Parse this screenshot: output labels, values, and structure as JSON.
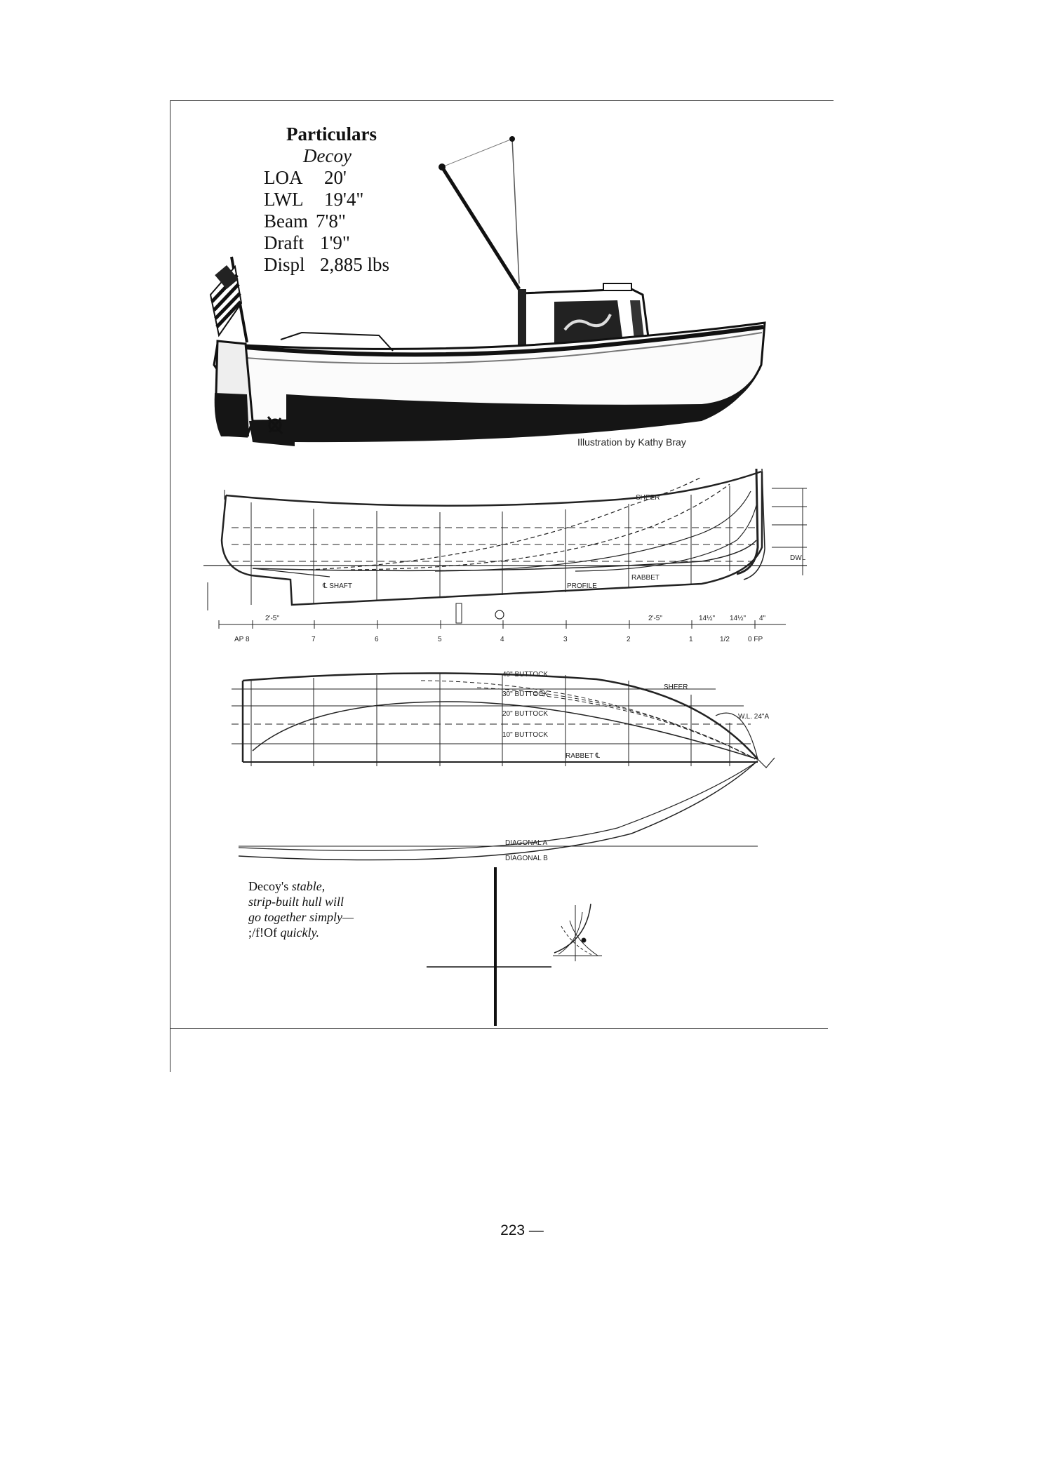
{
  "particulars": {
    "heading": "Particulars",
    "boat_name": "Decoy",
    "specs": [
      {
        "label": "LOA",
        "value": "20'"
      },
      {
        "label": "LWL",
        "value": "19'4\""
      },
      {
        "label": "Beam",
        "value": "7'8\""
      },
      {
        "label": "Draft",
        "value": "1'9\""
      },
      {
        "label": "Displ",
        "value": "2,885 lbs"
      }
    ]
  },
  "illustration_credit": "Illustration by Kathy Bray",
  "station_labels": [
    "AP 8",
    "7",
    "6",
    "5",
    "4",
    "3",
    "2",
    "1",
    "1/2",
    "0 FP"
  ],
  "profile_labels": {
    "sheer": "SHEER",
    "profile": "PROFILE",
    "rabbet": "RABBET",
    "shaft": "℄ SHAFT",
    "dwl": "DWL",
    "dim_1": "2'-5\"",
    "dim_2": "2'-5\"",
    "dim_3": "14½\"",
    "dim_4": "14½\"",
    "dim_5": "4\""
  },
  "plan_labels": {
    "buttock_40": "40\" BUTTOCK",
    "buttock_30": "30\" BUTTOCK",
    "buttock_20": "20\" BUTTOCK",
    "buttock_10": "10\" BUTTOCK",
    "rabbet": "RABBET ℄",
    "sheer": "SHEER",
    "wl": "W.L. 24\"A",
    "diagonal_a": "DIAGONAL A",
    "diagonal_b": "DIAGONAL B"
  },
  "caption": {
    "line1_plain": "Decoy's ",
    "line1_italic": "stable,",
    "line2": "strip-built hull will",
    "line3": "go together simply—",
    "line4_plain": ";/f!Of ",
    "line4_italic": "quickly."
  },
  "page_number": "223 —",
  "colors": {
    "ink": "#111111",
    "hull_bottom": "#151515",
    "rule": "#333333"
  }
}
